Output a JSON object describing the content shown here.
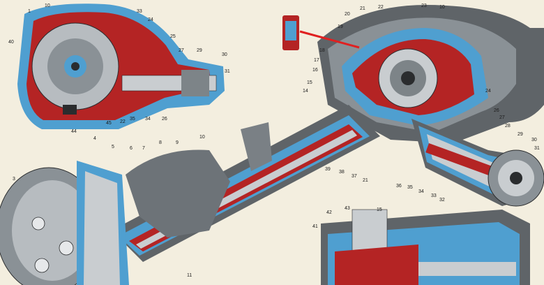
{
  "diagram": {
    "palette": {
      "paper": "#f3eedf",
      "housing": "#5f6468",
      "housing_light": "#9aa1a5",
      "section_blue": "#4f9fd0",
      "oil_red": "#b42424",
      "steel": "#c9cdd0",
      "dark": "#2a2c2e",
      "pointer": "#e02020"
    },
    "labels": [
      {
        "id": "l1",
        "text": "1"
      },
      {
        "id": "l10a",
        "text": "10"
      },
      {
        "id": "l33a",
        "text": "33"
      },
      {
        "id": "l24a",
        "text": "24"
      },
      {
        "id": "l25",
        "text": "25"
      },
      {
        "id": "l27a",
        "text": "27"
      },
      {
        "id": "l29a",
        "text": "29"
      },
      {
        "id": "l30a",
        "text": "30"
      },
      {
        "id": "l31a",
        "text": "31"
      },
      {
        "id": "l40",
        "text": "40"
      },
      {
        "id": "l35a",
        "text": "35"
      },
      {
        "id": "l22a",
        "text": "22"
      },
      {
        "id": "l34a",
        "text": "34"
      },
      {
        "id": "l26a",
        "text": "26"
      },
      {
        "id": "l44",
        "text": "44"
      },
      {
        "id": "l45",
        "text": "45"
      },
      {
        "id": "l19",
        "text": "19"
      },
      {
        "id": "l20",
        "text": "20"
      },
      {
        "id": "l21a",
        "text": "21"
      },
      {
        "id": "l22b",
        "text": "22"
      },
      {
        "id": "l23",
        "text": "23"
      },
      {
        "id": "l10b",
        "text": "10"
      },
      {
        "id": "l18",
        "text": "18"
      },
      {
        "id": "l17",
        "text": "17"
      },
      {
        "id": "l16",
        "text": "16"
      },
      {
        "id": "l15a",
        "text": "15"
      },
      {
        "id": "l14",
        "text": "14"
      },
      {
        "id": "l24b",
        "text": "24"
      },
      {
        "id": "l26b",
        "text": "26"
      },
      {
        "id": "l27b",
        "text": "27"
      },
      {
        "id": "l28",
        "text": "28"
      },
      {
        "id": "l29b",
        "text": "29"
      },
      {
        "id": "l30b",
        "text": "30"
      },
      {
        "id": "l31b",
        "text": "31"
      },
      {
        "id": "l39",
        "text": "39"
      },
      {
        "id": "l38",
        "text": "38"
      },
      {
        "id": "l37",
        "text": "37"
      },
      {
        "id": "l21b",
        "text": "21"
      },
      {
        "id": "l36",
        "text": "36"
      },
      {
        "id": "l35b",
        "text": "35"
      },
      {
        "id": "l34b",
        "text": "34"
      },
      {
        "id": "l33b",
        "text": "33"
      },
      {
        "id": "l32",
        "text": "32"
      },
      {
        "id": "l3",
        "text": "3"
      },
      {
        "id": "l4",
        "text": "4"
      },
      {
        "id": "l5",
        "text": "5"
      },
      {
        "id": "l6",
        "text": "6"
      },
      {
        "id": "l7",
        "text": "7"
      },
      {
        "id": "l8",
        "text": "8"
      },
      {
        "id": "l9",
        "text": "9"
      },
      {
        "id": "l10c",
        "text": "10"
      },
      {
        "id": "l11",
        "text": "11"
      },
      {
        "id": "l42",
        "text": "42"
      },
      {
        "id": "l43",
        "text": "43"
      },
      {
        "id": "l15b",
        "text": "15"
      },
      {
        "id": "l41",
        "text": "41"
      }
    ]
  }
}
